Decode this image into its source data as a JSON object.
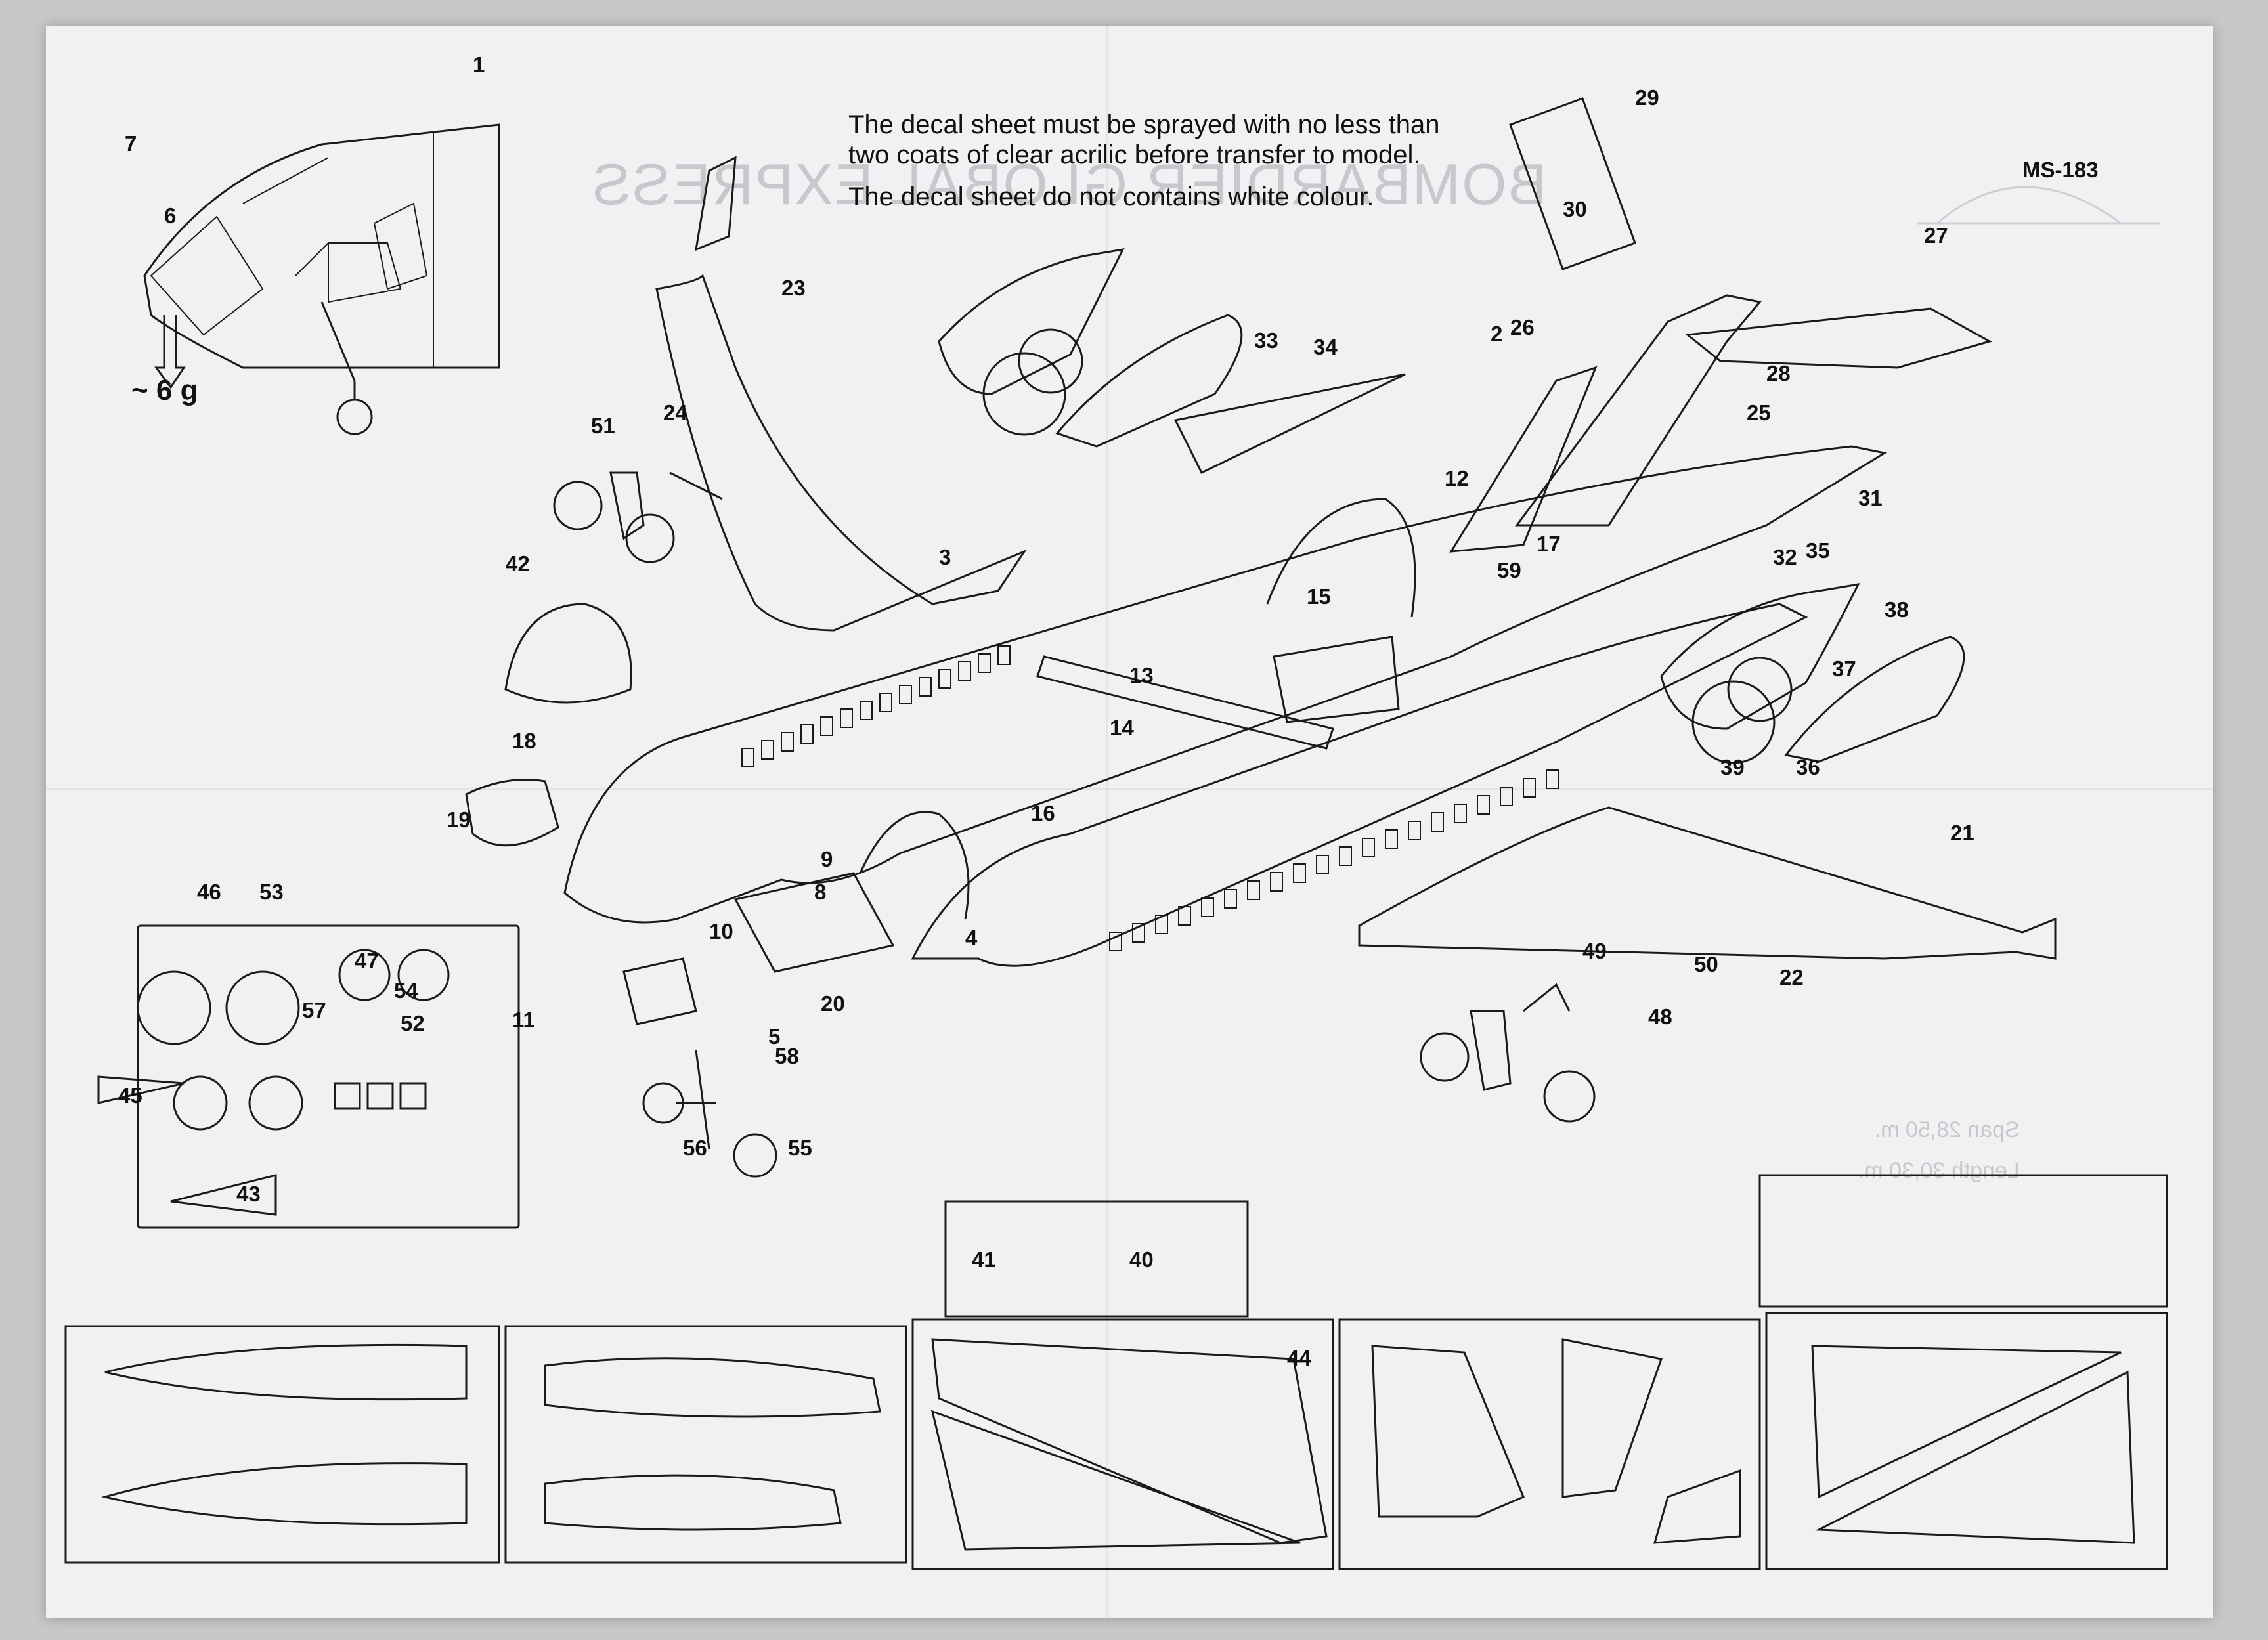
{
  "notes": {
    "line1": "The decal sheet must be sprayed with no less than",
    "line2": "two coats of clear acrilic before transfer to model.",
    "line3": "The decal sheet do not contains white colour."
  },
  "kit_code": "MS-183",
  "ballast_label": "~ 6 g",
  "watermark_text": "BOMBARDIER GLOBAL EXPRESS",
  "watermark_dims": "Span 28,50 m.\nLength 30,30 m.",
  "colors": {
    "paper": "#f1f1f3",
    "ink": "#1a1a1a",
    "ghost": "#cfcfd3"
  },
  "part_numbers": [
    "1",
    "2",
    "3",
    "4",
    "5",
    "6",
    "7",
    "8",
    "9",
    "10",
    "11",
    "12",
    "13",
    "14",
    "15",
    "16",
    "17",
    "18",
    "19",
    "20",
    "21",
    "22",
    "23",
    "24",
    "25",
    "26",
    "27",
    "28",
    "29",
    "30",
    "31",
    "32",
    "33",
    "34",
    "35",
    "36",
    "37",
    "38",
    "39",
    "40",
    "41",
    "42",
    "43",
    "44",
    "45",
    "46",
    "47",
    "48",
    "49",
    "50",
    "51",
    "52",
    "53",
    "54",
    "55",
    "56",
    "57",
    "58",
    "59"
  ]
}
